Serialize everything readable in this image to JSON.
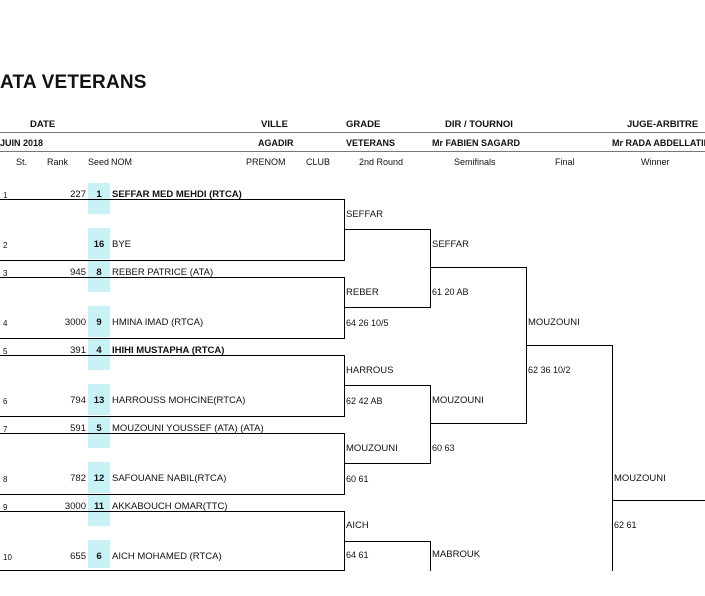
{
  "title": "ATA VETERANS",
  "header": {
    "date_label": "DATE",
    "date_value": "JUIN 2018",
    "ville_label": "VILLE",
    "ville_value": "AGADIR",
    "grade_label": "GRADE",
    "grade_value": "VETERANS",
    "dir_label": "DIR / TOURNOI",
    "dir_value": "Mr FABIEN SAGARD",
    "juge_label": "JUGE-ARBITRE",
    "juge_value": "Mr RADA ABDELLATIF"
  },
  "columns": {
    "st": "St.",
    "rank": "Rank",
    "seed": "Seed",
    "nom": "NOM",
    "prenom": "PRENOM",
    "club": "CLUB",
    "round2": "2nd Round",
    "semis": "Semifinals",
    "final": "Final",
    "winner": "Winner"
  },
  "entries": [
    {
      "num": "1",
      "rank": "227",
      "seed": "1",
      "name": "SEFFAR MED MEHDI (RTCA)",
      "bold": true
    },
    {
      "num": "2",
      "rank": "",
      "seed": "16",
      "name": "BYE",
      "bold": false
    },
    {
      "num": "3",
      "rank": "945",
      "seed": "8",
      "name": "REBER PATRICE (ATA)",
      "bold": false
    },
    {
      "num": "4",
      "rank": "3000",
      "seed": "9",
      "name": "HMINA IMAD (RTCA)",
      "bold": false
    },
    {
      "num": "5",
      "rank": "391",
      "seed": "4",
      "name": "IHIHI MUSTAPHA (RTCA)",
      "bold": true
    },
    {
      "num": "6",
      "rank": "794",
      "seed": "13",
      "name": "HARROUSS MOHCINE(RTCA)",
      "bold": false
    },
    {
      "num": "7",
      "rank": "591",
      "seed": "5",
      "name": "MOUZOUNI YOUSSEF (ATA)   (ATA)",
      "bold": false
    },
    {
      "num": "8",
      "rank": "782",
      "seed": "12",
      "name": "SAFOUANE NABIL(RTCA)",
      "bold": false
    },
    {
      "num": "9",
      "rank": "3000",
      "seed": "11",
      "name": "AKKABOUCH OMAR(TTC)",
      "bold": false
    },
    {
      "num": "10",
      "rank": "655",
      "seed": "6",
      "name": "AICH MOHAMED (RTCA)",
      "bold": false
    }
  ],
  "round2": [
    {
      "name": "SEFFAR",
      "score": ""
    },
    {
      "name": "REBER",
      "score": "64 26 10/5"
    },
    {
      "name": "HARROUS",
      "score": "62 42 AB"
    },
    {
      "name": "MOUZOUNI",
      "score": "60 61"
    },
    {
      "name": "AICH",
      "score": "64 61"
    }
  ],
  "semis": [
    {
      "name": "SEFFAR",
      "score": "61 20 AB"
    },
    {
      "name": "MOUZOUNI",
      "score": "60 63"
    },
    {
      "name": "MABROUK",
      "score": ""
    }
  ],
  "final": [
    {
      "name": "MOUZOUNI",
      "score": "62 36 10/2"
    }
  ],
  "winner": [
    {
      "name": "MOUZOUNI",
      "score": "62 61"
    }
  ]
}
